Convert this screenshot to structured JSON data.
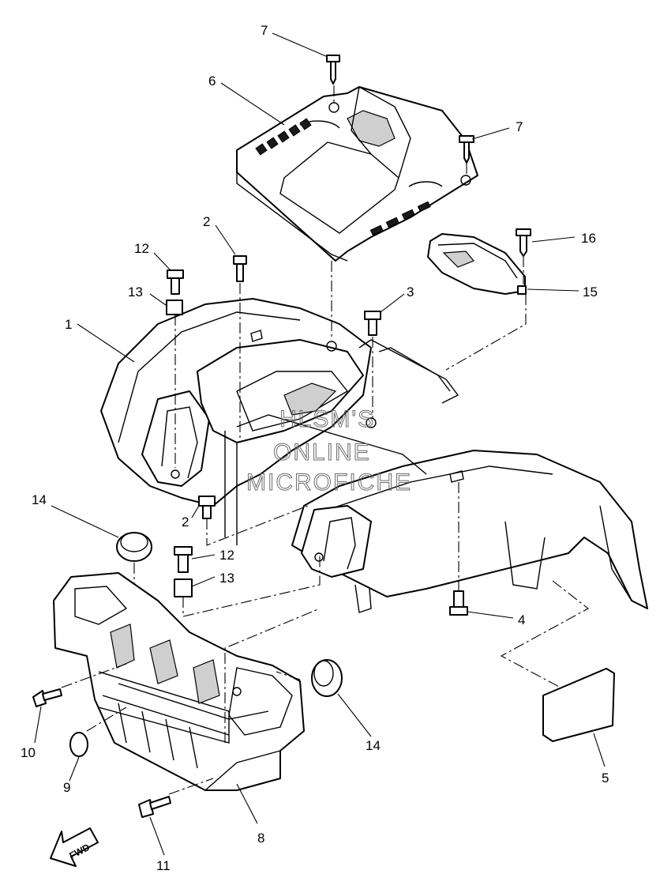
{
  "diagram": {
    "callouts": [
      {
        "id": "c7a",
        "text": "7"
      },
      {
        "id": "c6",
        "text": "6"
      },
      {
        "id": "c7b",
        "text": "7"
      },
      {
        "id": "c2a",
        "text": "2"
      },
      {
        "id": "c12a",
        "text": "12"
      },
      {
        "id": "c16",
        "text": "16"
      },
      {
        "id": "c15",
        "text": "15"
      },
      {
        "id": "c13a",
        "text": "13"
      },
      {
        "id": "c3",
        "text": "3"
      },
      {
        "id": "c1",
        "text": "1"
      },
      {
        "id": "c14a",
        "text": "14"
      },
      {
        "id": "c2b",
        "text": "2"
      },
      {
        "id": "c12b",
        "text": "12"
      },
      {
        "id": "c13b",
        "text": "13"
      },
      {
        "id": "c4",
        "text": "4"
      },
      {
        "id": "c14b",
        "text": "14"
      },
      {
        "id": "c10",
        "text": "10"
      },
      {
        "id": "c9",
        "text": "9"
      },
      {
        "id": "c5",
        "text": "5"
      },
      {
        "id": "c8",
        "text": "8"
      },
      {
        "id": "c11",
        "text": "11"
      }
    ],
    "watermark": [
      "HLSM'S",
      "ONLINE",
      "MICROFICHE"
    ],
    "direction_marker": "FWD"
  }
}
